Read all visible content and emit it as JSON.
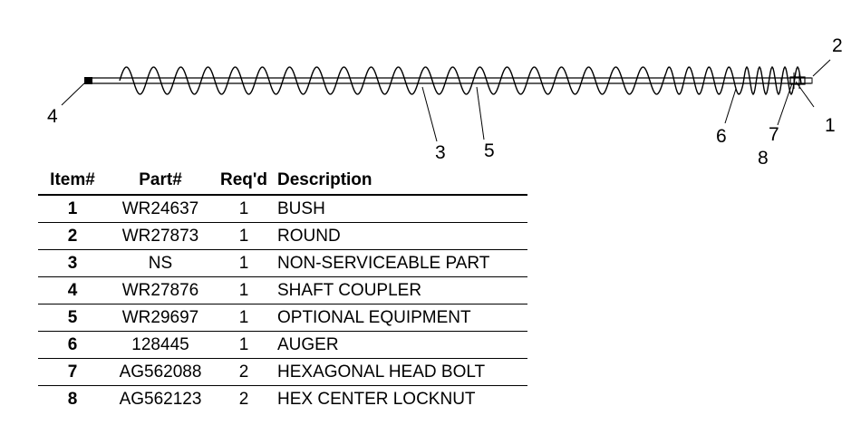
{
  "callouts": {
    "c1": "1",
    "c2": "2",
    "c3": "3",
    "c4": "4",
    "c5": "5",
    "c6": "6",
    "c7": "7",
    "c8": "8"
  },
  "table": {
    "headers": {
      "item": "Item#",
      "part": "Part#",
      "reqd": "Req'd",
      "desc": "Description"
    },
    "rows": [
      {
        "item": "1",
        "part": "WR24637",
        "reqd": "1",
        "desc": "BUSH"
      },
      {
        "item": "2",
        "part": "WR27873",
        "reqd": "1",
        "desc": "ROUND"
      },
      {
        "item": "3",
        "part": "NS",
        "reqd": "1",
        "desc": "NON-SERVICEABLE PART"
      },
      {
        "item": "4",
        "part": "WR27876",
        "reqd": "1",
        "desc": "SHAFT COUPLER"
      },
      {
        "item": "5",
        "part": "WR29697",
        "reqd": "1",
        "desc": "OPTIONAL EQUIPMENT"
      },
      {
        "item": "6",
        "part": "128445",
        "reqd": "1",
        "desc": "AUGER"
      },
      {
        "item": "7",
        "part": "AG562088",
        "reqd": "2",
        "desc": "HEXAGONAL HEAD BOLT"
      },
      {
        "item": "8",
        "part": "AG562123",
        "reqd": "2",
        "desc": "HEX CENTER LOCKNUT"
      }
    ]
  }
}
